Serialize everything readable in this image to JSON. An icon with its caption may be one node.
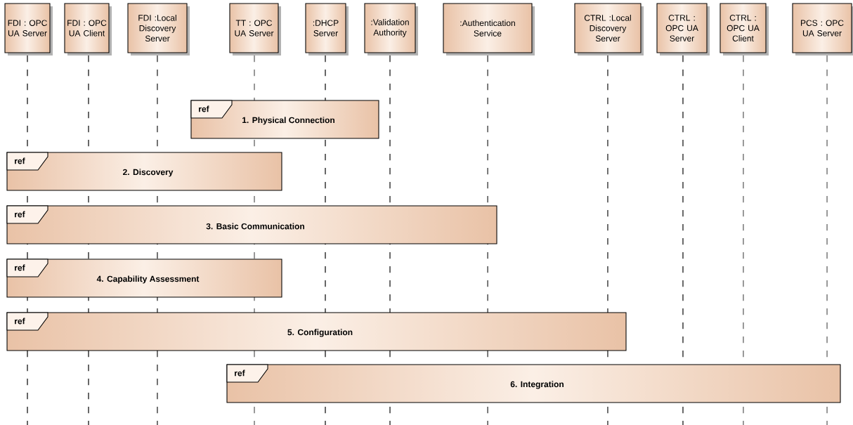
{
  "diagram": {
    "nodes": [
      {
        "text": [
          "FDI : OPC UA Server"
        ]
      },
      {
        "text": [
          "FDI : OPC UA Client"
        ]
      },
      {
        "text": [
          "FDI :Local Discovery Server"
        ]
      },
      {
        "text": [
          "TT : OPC UA Server"
        ]
      },
      {
        "text": [
          ":DHCP Server"
        ]
      },
      {
        "text": [
          ":Validation Authority"
        ]
      },
      {
        "text": [
          ":Authentication Service"
        ]
      },
      {
        "text": [
          "CTRL :Local Discovery Server"
        ]
      },
      {
        "text": [
          "CTRL : OPC UA Server"
        ]
      },
      {
        "text": [
          "CTRL : OPC UA Client"
        ]
      },
      {
        "text": [
          "PCS : OPC UA Server"
        ]
      },
      {
        "text": [
          "ref",
          "1. Physical Connection"
        ]
      },
      {
        "text": [
          "ref",
          "2. Discovery"
        ]
      },
      {
        "text": [
          "ref",
          "3. Basic Communication"
        ]
      },
      {
        "text": [
          "ref",
          "4. Capability Assessment"
        ]
      },
      {
        "text": [
          "ref",
          "5. Configuration"
        ]
      },
      {
        "text": [
          "ref",
          "6. Integration"
        ]
      }
    ]
  }
}
